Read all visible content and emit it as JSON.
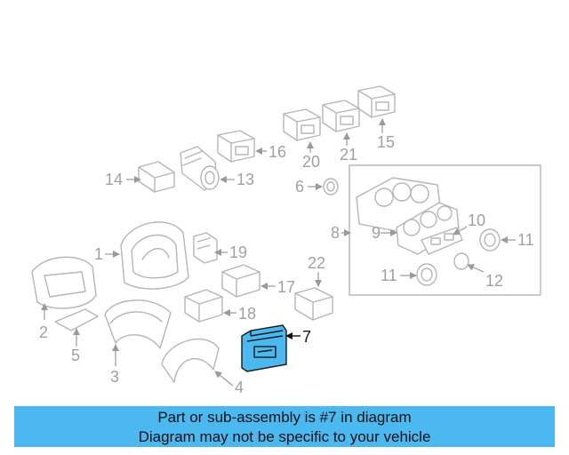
{
  "diagram": {
    "highlight_color": "#4cb8f0",
    "callouts": {
      "c1": "1",
      "c2": "2",
      "c3": "3",
      "c4": "4",
      "c5": "5",
      "c6": "6",
      "c7": "7",
      "c8": "8",
      "c9": "9",
      "c10": "10",
      "c11a": "11",
      "c11b": "11",
      "c12": "12",
      "c13": "13",
      "c14": "14",
      "c15": "15",
      "c16": "16",
      "c17": "17",
      "c18": "18",
      "c19": "19",
      "c20": "20",
      "c21": "21",
      "c22": "22"
    }
  },
  "banner": {
    "line1": "Part or sub-assembly is #7 in diagram",
    "line2": "Diagram may not be specific to your vehicle"
  }
}
